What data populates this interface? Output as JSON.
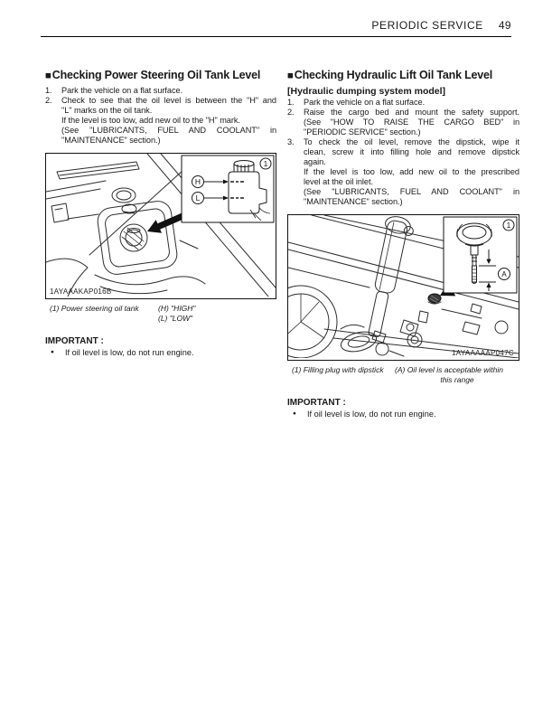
{
  "colors": {
    "ink": "#1a1a1a",
    "paper": "#ffffff"
  },
  "header": {
    "title": "PERIODIC SERVICE",
    "page_number": "49"
  },
  "left": {
    "heading_marker": "■",
    "heading": "Checking Power Steering Oil Tank Level",
    "steps": [
      {
        "num": "1.",
        "lines": [
          "Park the vehicle on a flat surface."
        ]
      },
      {
        "num": "2.",
        "lines": [
          "Check to see that the oil level is between the \"H\" and",
          "\"L\" marks on the oil tank.",
          "If the level is too low, add new oil to the \"H\" mark.",
          "(See \"LUBRICANTS, FUEL AND COOLANT\" in",
          "\"MAINTENANCE\" section.)"
        ]
      }
    ],
    "figure": {
      "code": "1AYAAAKAP016B",
      "inset": {
        "high_mark": "H",
        "low_mark": "L",
        "index": "1"
      }
    },
    "captions": {
      "item1": "(1) Power steering oil tank",
      "high": "(H) \"HIGH\"",
      "low": "(L) \"LOW\""
    },
    "important": {
      "label": "IMPORTANT :",
      "bullet": "●",
      "text": "If oil level is low, do not run engine."
    }
  },
  "right": {
    "heading_marker": "■",
    "heading": "Checking Hydraulic Lift Oil Tank Level",
    "subheading": "[Hydraulic dumping system model]",
    "steps": [
      {
        "num": "1.",
        "lines": [
          "Park the vehicle on a flat surface."
        ]
      },
      {
        "num": "2.",
        "lines": [
          "Raise the cargo bed and mount the safety support.",
          "(See \"HOW TO RAISE THE CARGO BED\" in",
          "\"PERIODIC SERVICE\" section.)"
        ]
      },
      {
        "num": "3.",
        "lines": [
          "To check the oil level, remove the dipstick, wipe it",
          "clean, screw it into filling hole and remove dipstick",
          "again.",
          "If the level is too low, add new oil to the prescribed",
          "level at the oil inlet.",
          "(See \"LUBRICANTS, FUEL AND COOLANT\" in",
          "\"MAINTENANCE\" section.)"
        ]
      }
    ],
    "figure": {
      "code": "1AYAAAAAP047C",
      "inset": {
        "index": "1",
        "range_mark": "A"
      }
    },
    "captions": {
      "item1": "(1) Filling plug with dipstick",
      "range_line1": "(A) Oil level is acceptable within",
      "range_line2": "this range"
    },
    "important": {
      "label": "IMPORTANT :",
      "bullet": "●",
      "text": "If oil level is low, do not run engine."
    }
  }
}
